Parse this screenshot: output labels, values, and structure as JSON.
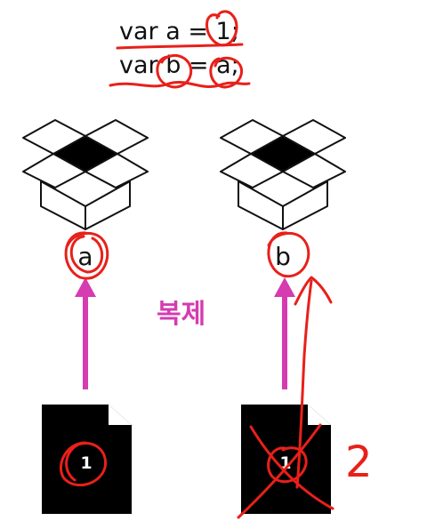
{
  "code": {
    "line1": "var a = 1;",
    "line2": "var b = a;"
  },
  "boxes": [
    {
      "label": "a",
      "value": "1"
    },
    {
      "label": "b",
      "value": "1"
    }
  ],
  "copy_label": "복제",
  "annotation_number": "2",
  "colors": {
    "arrow": "#d63bb0",
    "annotation": "#e8201a",
    "file": "#000000"
  },
  "icons": [
    "box-icon",
    "file-icon",
    "arrow-up-icon"
  ]
}
